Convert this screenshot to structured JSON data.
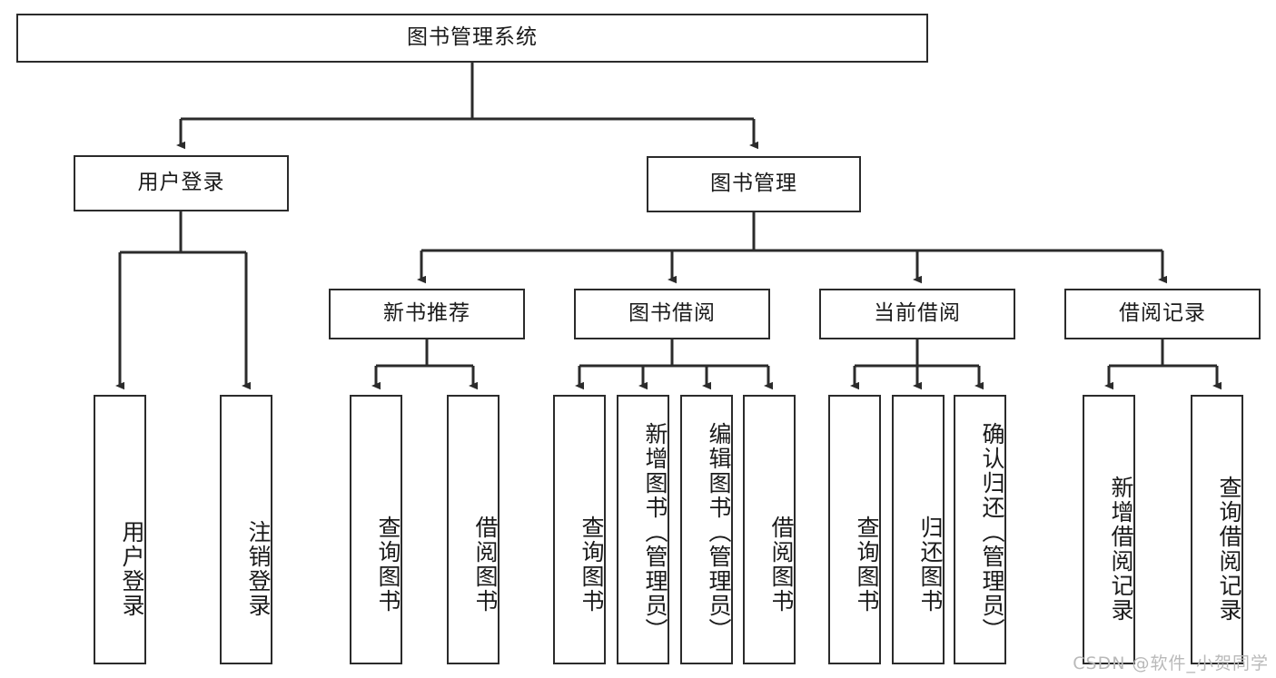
{
  "diagram": {
    "title": "图书管理系统",
    "type": "tree-hierarchy-chart",
    "root": {
      "id": "root",
      "label": "图书管理系统"
    },
    "level2": [
      {
        "id": "user-login",
        "label": "用户登录"
      },
      {
        "id": "book-management",
        "label": "图书管理"
      }
    ],
    "level3": [
      {
        "id": "new-book-recommend",
        "label": "新书推荐",
        "parent": "book-management"
      },
      {
        "id": "book-borrow",
        "label": "图书借阅",
        "parent": "book-management"
      },
      {
        "id": "current-borrow",
        "label": "当前借阅",
        "parent": "book-management"
      },
      {
        "id": "borrow-record",
        "label": "借阅记录",
        "parent": "book-management"
      }
    ],
    "leaves": [
      {
        "id": "leaf-user-login",
        "label": "用户登录",
        "parent": "user-login"
      },
      {
        "id": "leaf-logout-login",
        "label": "注销登录",
        "parent": "user-login"
      },
      {
        "id": "leaf-query-book-1",
        "label": "查询图书",
        "parent": "new-book-recommend"
      },
      {
        "id": "leaf-borrow-book-1",
        "label": "借阅图书",
        "parent": "new-book-recommend"
      },
      {
        "id": "leaf-query-book-2",
        "label": "查询图书",
        "parent": "book-borrow"
      },
      {
        "id": "leaf-add-book",
        "label": "新增图书（管理员）",
        "parent": "book-borrow"
      },
      {
        "id": "leaf-edit-book",
        "label": "编辑图书（管理员）",
        "parent": "book-borrow"
      },
      {
        "id": "leaf-borrow-book-2",
        "label": "借阅图书",
        "parent": "book-borrow"
      },
      {
        "id": "leaf-query-book-3",
        "label": "查询图书",
        "parent": "current-borrow"
      },
      {
        "id": "leaf-return-book",
        "label": "归还图书",
        "parent": "current-borrow"
      },
      {
        "id": "leaf-confirm-return",
        "label": "确认归还（管理员）",
        "parent": "current-borrow"
      },
      {
        "id": "leaf-add-record",
        "label": "新增借阅记录",
        "parent": "borrow-record"
      },
      {
        "id": "leaf-query-record",
        "label": "查询借阅记录",
        "parent": "borrow-record"
      }
    ]
  },
  "watermark": {
    "text": "CSDN @软件_小贺同学"
  },
  "colors": {
    "stroke": "#2b2b2b",
    "background": "#ffffff",
    "text": "#1a1a1a",
    "watermark": "#b9b9b9"
  }
}
